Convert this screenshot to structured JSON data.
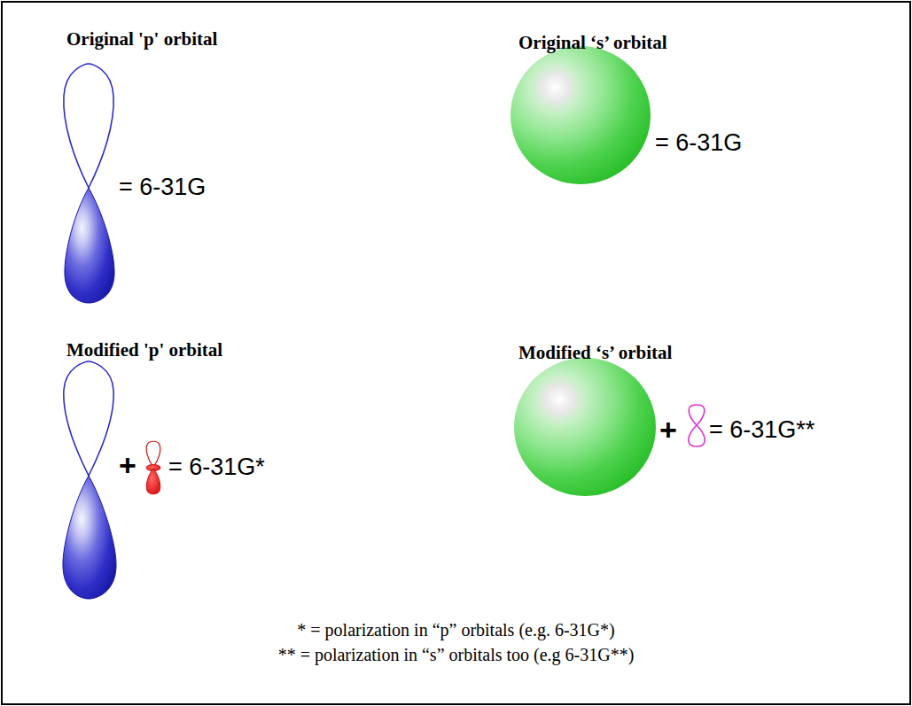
{
  "diagram": {
    "labels": [
      "Original 'p' orbital",
      "Original ‘s’ orbital",
      "= 6-31G",
      "= 6-31G",
      "Modified 'p' orbital",
      "Modified ‘s’ orbital",
      "+",
      "= 6-31G*",
      "+",
      "= 6-31G**",
      "* = polarization in “p” orbitals (e.g. 6-31G*)",
      "** = polarization in “s” orbitals too (e.g 6-31G**)"
    ]
  }
}
